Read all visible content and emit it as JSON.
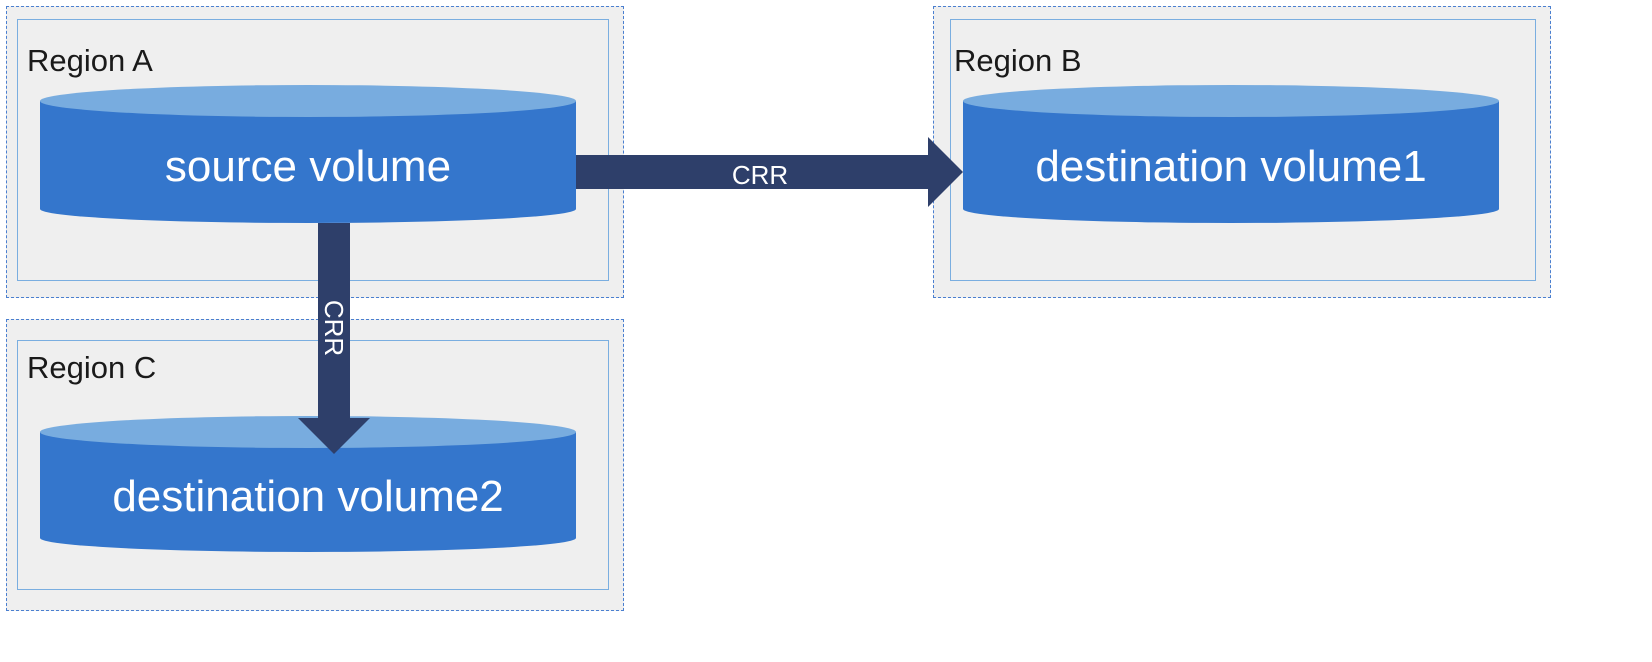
{
  "regions": [
    {
      "id": "a",
      "label": "Region A"
    },
    {
      "id": "b",
      "label": "Region B"
    },
    {
      "id": "c",
      "label": "Region C"
    }
  ],
  "volumes": {
    "source": "source volume",
    "destination1": "destination volume1",
    "destination2": "destination volume2"
  },
  "edges": {
    "to_b": "CRR",
    "to_c": "CRR"
  },
  "colors": {
    "region_fill": "#efefef",
    "region_border": "#4a7fd0",
    "volume_body": "#3476cc",
    "volume_top": "#78acdf",
    "arrow": "#2e3f6a"
  }
}
